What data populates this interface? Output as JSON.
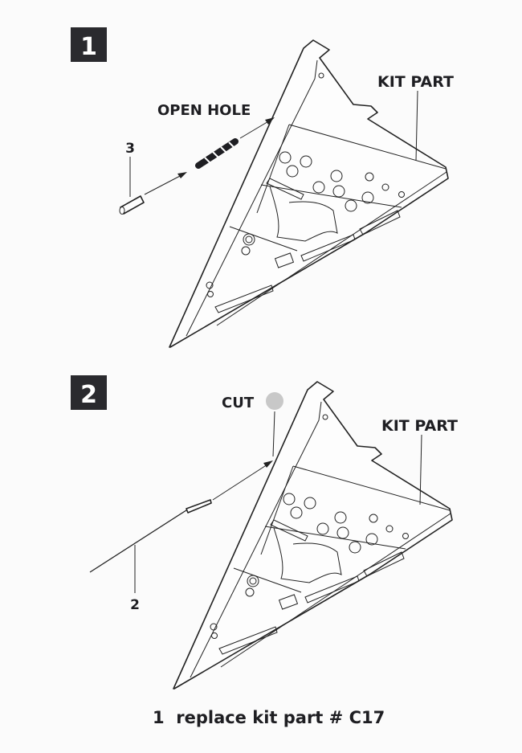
{
  "steps": [
    {
      "number": "1",
      "labels": {
        "kit_part": "KIT PART",
        "action": "OPEN HOLE",
        "part_ref": "3"
      }
    },
    {
      "number": "2",
      "labels": {
        "kit_part": "KIT PART",
        "action": "CUT",
        "part_ref": "2"
      }
    }
  ],
  "footer_note": "1  replace kit part # C17",
  "colors": {
    "ink": "#1e1e22",
    "step_box": "#2a2a2e",
    "cut_marker": "#c8c8c8"
  }
}
